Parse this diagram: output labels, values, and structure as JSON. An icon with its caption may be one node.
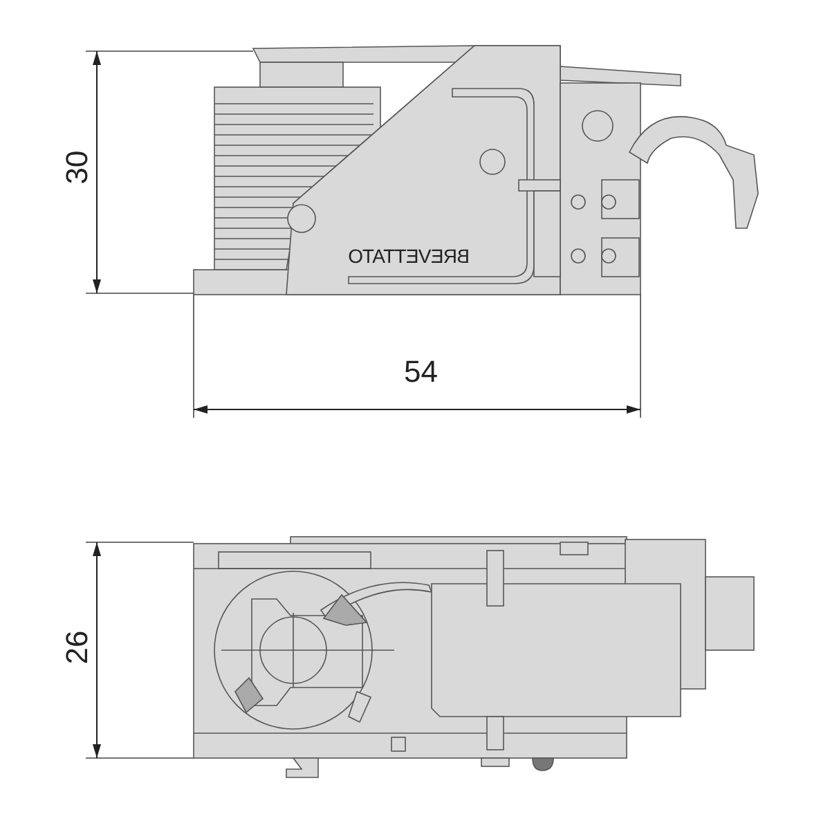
{
  "diagram": {
    "labels": [
      "30",
      "BREVETTATO",
      "54",
      "26"
    ]
  }
}
